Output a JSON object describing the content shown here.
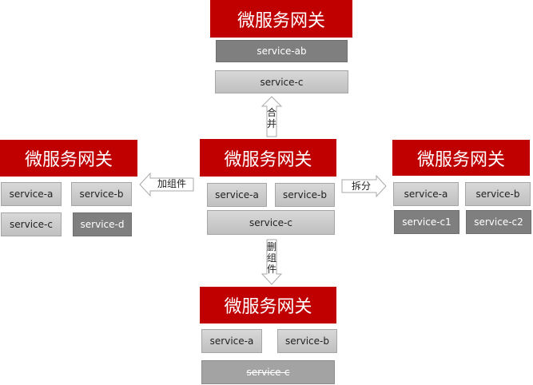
{
  "gateway_title": "微服务网关",
  "top": {
    "services": [
      "service-ab",
      "service-c"
    ]
  },
  "center": {
    "services": [
      "service-a",
      "service-b",
      "service-c"
    ]
  },
  "left": {
    "services": [
      "service-a",
      "service-b",
      "service-c",
      "service-d"
    ]
  },
  "right": {
    "services": [
      "service-a",
      "service-b",
      "service-c1",
      "service-c2"
    ]
  },
  "bottom": {
    "services": [
      "service-a",
      "service-b",
      "service-c"
    ]
  },
  "arrows": {
    "up": "合并",
    "left": "加组件",
    "right": "拆分",
    "down": "删组件"
  },
  "colors": {
    "gateway": "#c00000",
    "changed_service": "#7f7f7f",
    "removed_service": "#a3a3a3"
  }
}
